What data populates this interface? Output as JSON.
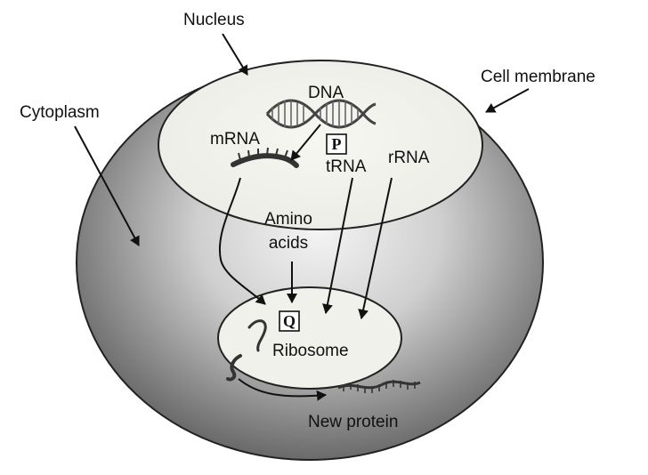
{
  "diagram": {
    "labels": {
      "nucleus": "Nucleus",
      "cell_membrane": "Cell membrane",
      "cytoplasm": "Cytoplasm",
      "dna": "DNA",
      "mrna": "mRNA",
      "p_box": "P",
      "trna": "tRNA",
      "rrna": "rRNA",
      "amino_line1": "Amino",
      "amino_line2": "acids",
      "q_box": "Q",
      "ribosome": "Ribosome",
      "new_protein": "New protein"
    }
  }
}
